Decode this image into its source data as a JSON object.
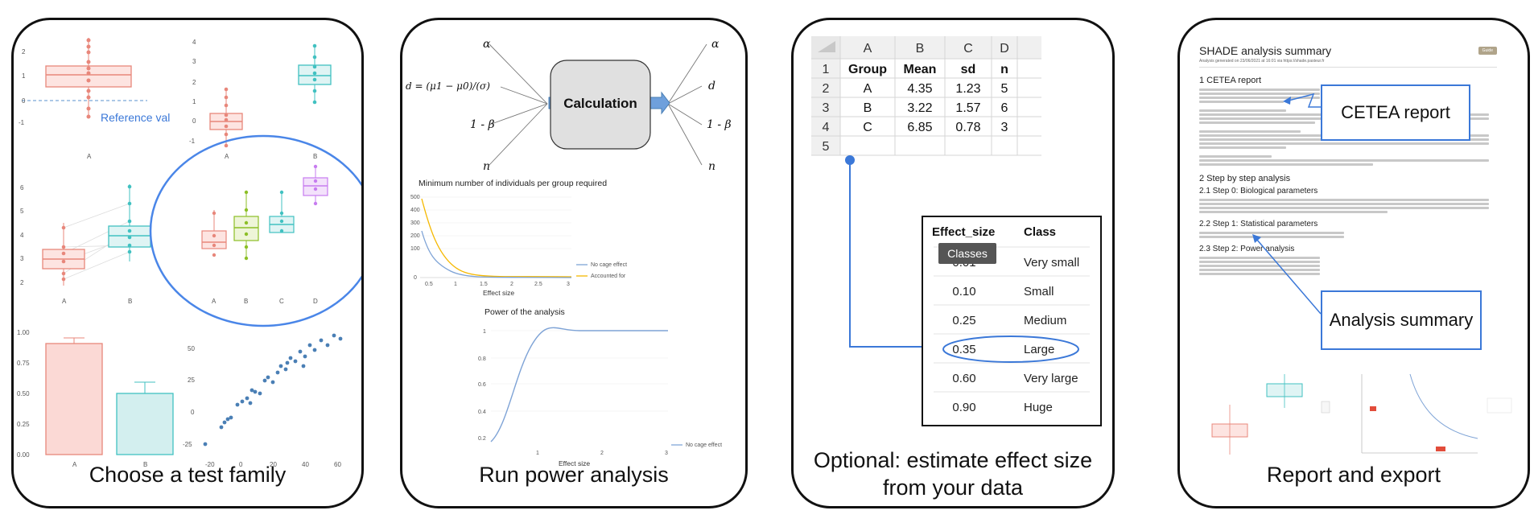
{
  "panels": [
    {
      "caption": "Choose a test family"
    },
    {
      "caption": "Run power analysis"
    },
    {
      "caption": "Optional: estimate effect size from your data"
    },
    {
      "caption": "Report and export"
    }
  ],
  "panel1": {
    "reference_label": "Reference val",
    "plot1": {
      "x_ticks": [
        "A"
      ],
      "y_ticks": [
        "-1",
        "0",
        "1",
        "2"
      ]
    },
    "plot2": {
      "x_ticks": [
        "A",
        "B"
      ],
      "y_ticks": [
        "-1",
        "0",
        "1",
        "2",
        "3",
        "4"
      ]
    },
    "plot3": {
      "x_ticks": [
        "A",
        "B"
      ],
      "y_ticks": [
        "2",
        "3",
        "4",
        "5",
        "6"
      ]
    },
    "plot4": {
      "x_ticks": [
        "A",
        "B",
        "C",
        "D"
      ]
    },
    "plot5": {
      "x_ticks": [
        "A",
        "B"
      ],
      "y_ticks": [
        "0.00",
        "0.25",
        "0.50",
        "0.75",
        "1.00"
      ]
    },
    "plot6": {
      "x_ticks": [
        "-20",
        "0",
        "20",
        "40",
        "60"
      ],
      "y_ticks": [
        "-25",
        "0",
        "25",
        "50"
      ]
    }
  },
  "panel2": {
    "inputs": [
      "α",
      "d = (μ1 − μ0)/(σ)",
      "1 - β",
      "n"
    ],
    "outputs": [
      "α",
      "d",
      "1 - β",
      "n"
    ],
    "calc_label": "Calculation",
    "chart1_title": "Minimum number of individuals per group required",
    "chart1_xlabel": "Effect size",
    "chart1_y_ticks": [
      "0",
      "100",
      "200",
      "300",
      "400",
      "500"
    ],
    "chart1_x_ticks": [
      "0.5",
      "1",
      "1.5",
      "2",
      "2.5",
      "3"
    ],
    "chart1_legend": [
      "No cage effect",
      "Accounted for"
    ],
    "chart2_title": "Power of the analysis",
    "chart2_xlabel": "Effect size",
    "chart2_y_ticks": [
      "0.2",
      "0.4",
      "0.6",
      "0.8",
      "1"
    ],
    "chart2_x_ticks": [
      "1",
      "2",
      "3"
    ],
    "chart2_legend": [
      "No cage effect"
    ]
  },
  "panel3": {
    "col_headers": [
      "A",
      "B",
      "C",
      "D"
    ],
    "row_numbers": [
      "1",
      "2",
      "3",
      "4",
      "5"
    ],
    "rows": [
      [
        "Group",
        "Mean",
        "sd",
        "n"
      ],
      [
        "A",
        "4.35",
        "1.23",
        "5"
      ],
      [
        "B",
        "3.22",
        "1.57",
        "6"
      ],
      [
        "C",
        "6.85",
        "0.78",
        "3"
      ],
      [
        "",
        "",
        "",
        ""
      ]
    ],
    "effect_table": {
      "headers": [
        "Effect_size",
        "Class"
      ],
      "tooltip": "Classes",
      "rows": [
        [
          "0.01",
          "Very small"
        ],
        [
          "0.10",
          "Small"
        ],
        [
          "0.25",
          "Medium"
        ],
        [
          "0.35",
          "Large"
        ],
        [
          "0.60",
          "Very large"
        ],
        [
          "0.90",
          "Huge"
        ]
      ]
    }
  },
  "panel4": {
    "title": "SHADE analysis summary",
    "button_label": "Guide",
    "subtitle": "Analysis generated on 23/06/2021 at 16:01 via https://shade.pasteur.fr",
    "h1": "1 CETEA report",
    "h2": "2 Step by step analysis",
    "h21": "2.1 Step 0: Biological parameters",
    "h22": "2.2 Step 1: Statistical parameters",
    "h23": "2.3 Step 2: Power analysis",
    "callout_cetea": "CETEA report",
    "callout_summary": "Analysis summary"
  }
}
